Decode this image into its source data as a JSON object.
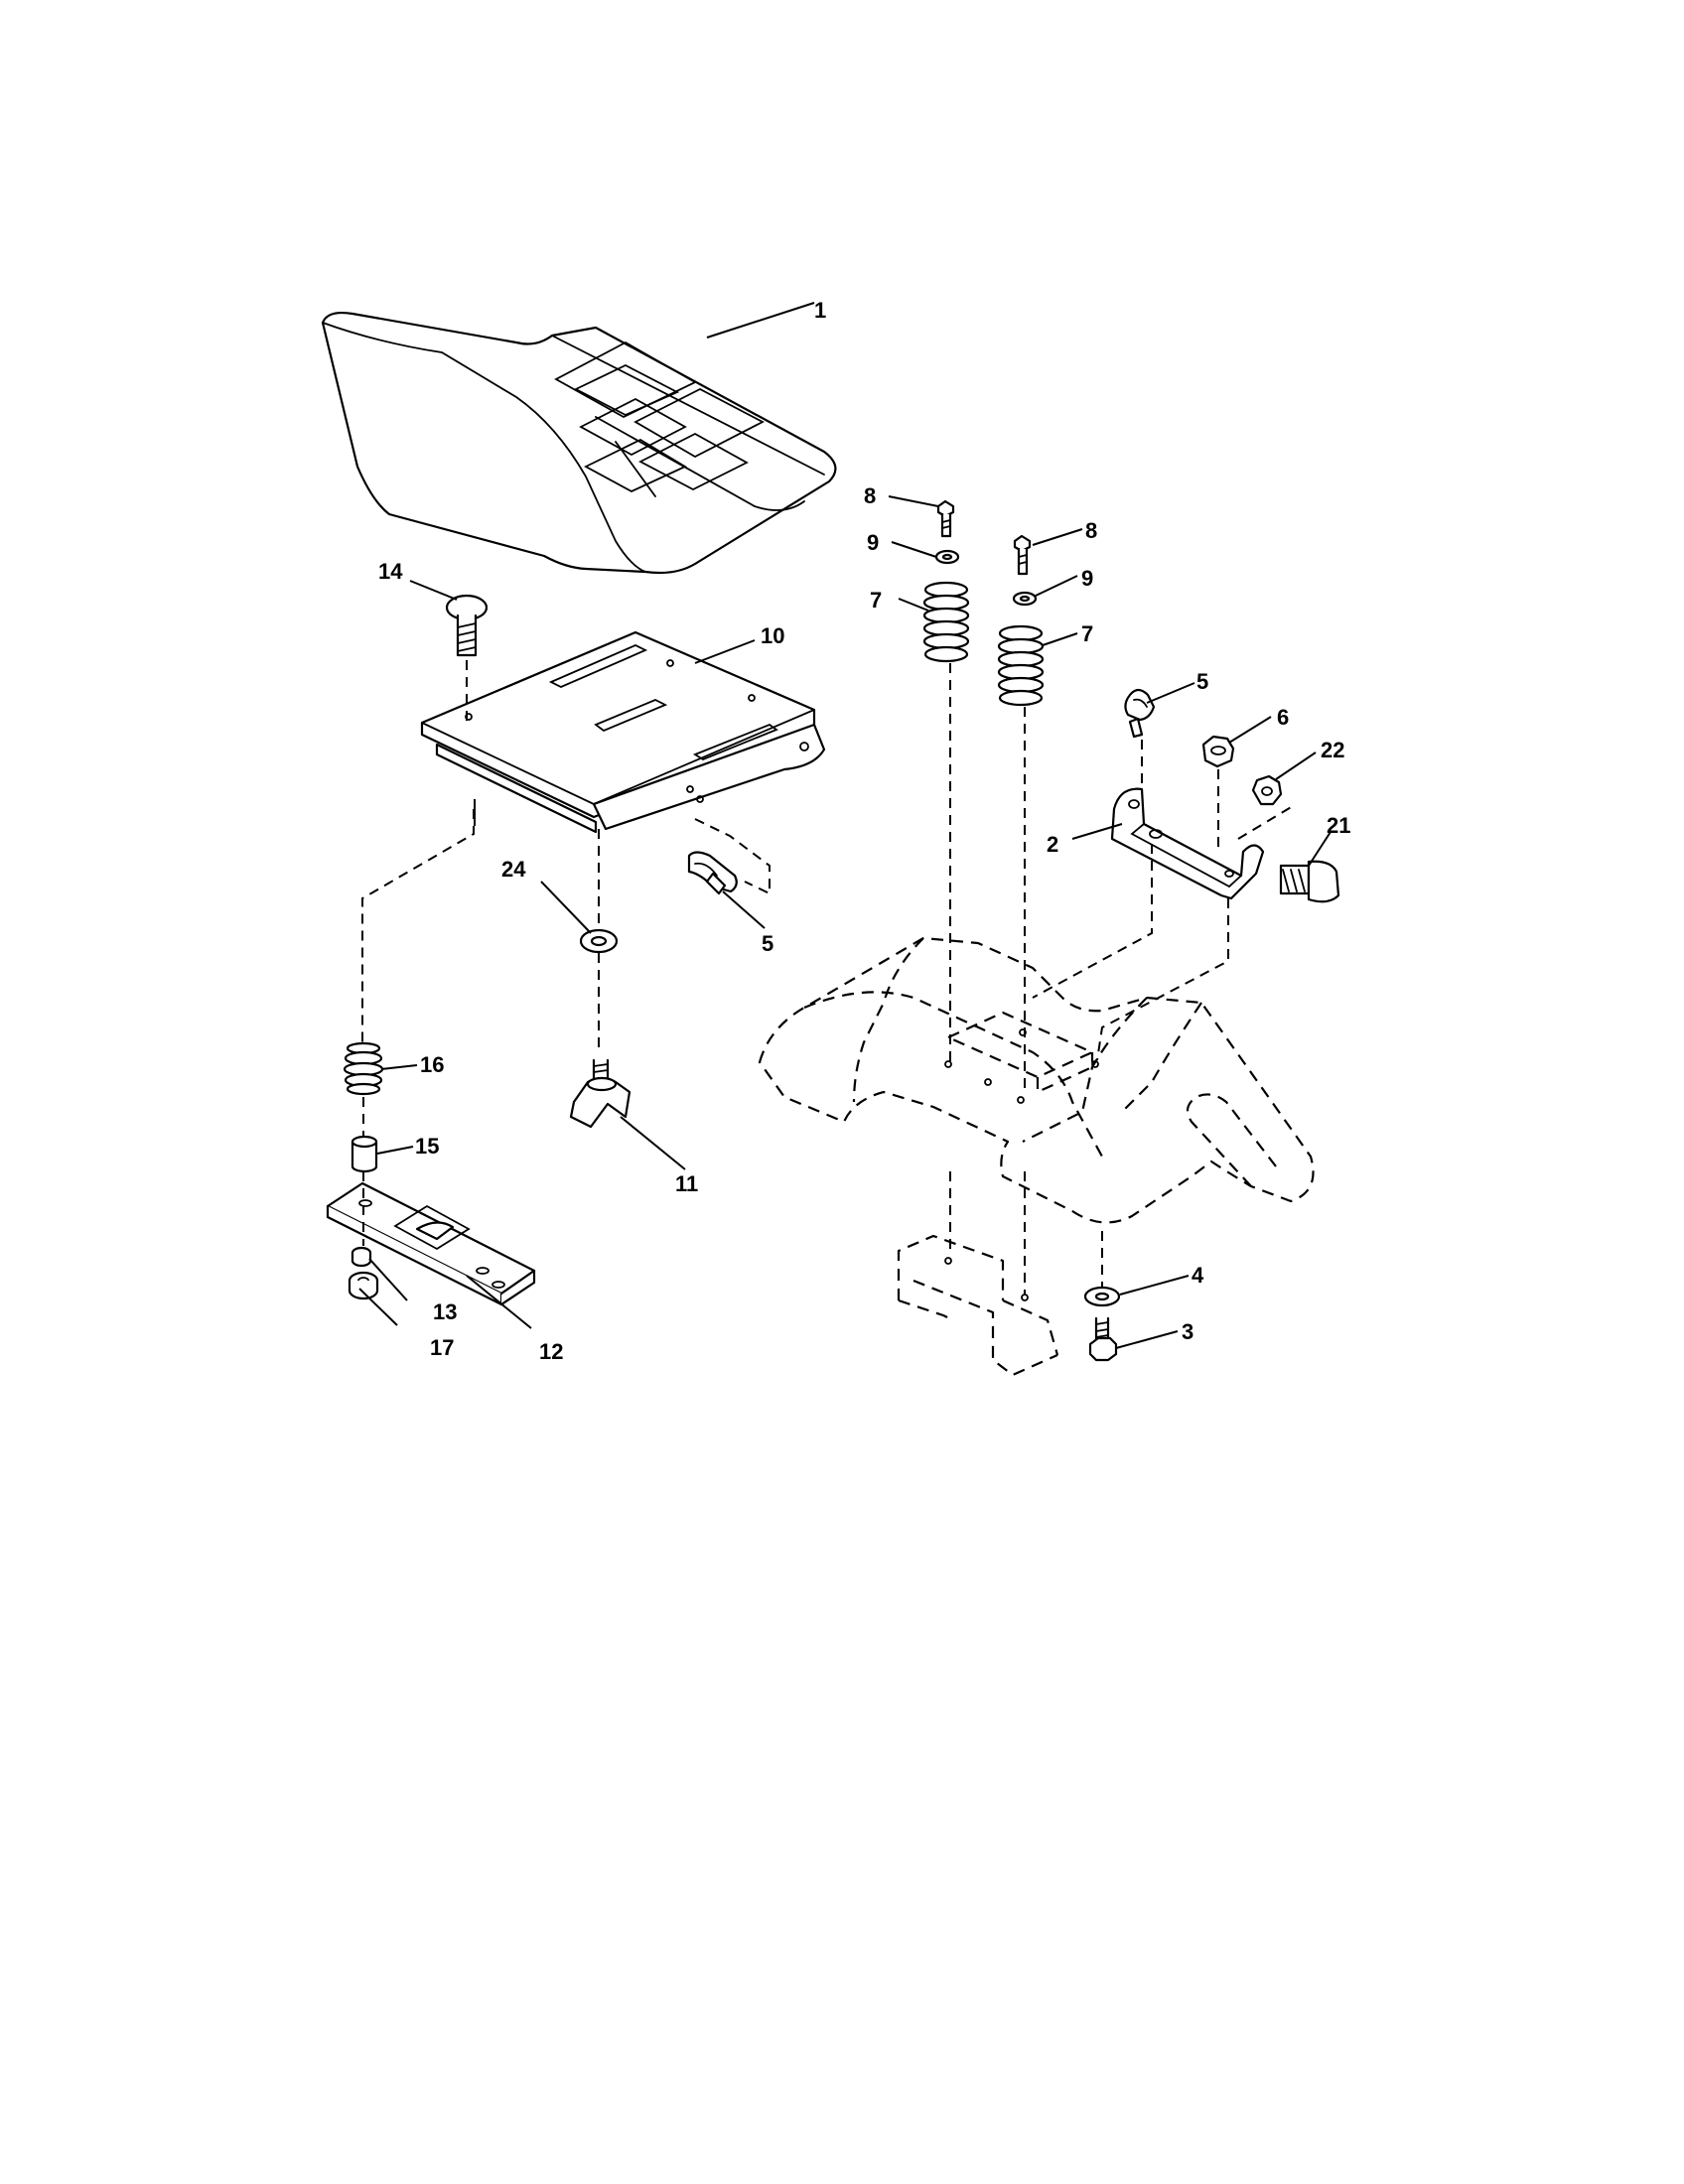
{
  "diagram": {
    "callouts": [
      {
        "id": "c1",
        "label": "1"
      },
      {
        "id": "c14",
        "label": "14"
      },
      {
        "id": "c10",
        "label": "10"
      },
      {
        "id": "c24",
        "label": "24"
      },
      {
        "id": "c5a",
        "label": "5"
      },
      {
        "id": "c16",
        "label": "16"
      },
      {
        "id": "c15",
        "label": "15"
      },
      {
        "id": "c11",
        "label": "11"
      },
      {
        "id": "c13",
        "label": "13"
      },
      {
        "id": "c17",
        "label": "17"
      },
      {
        "id": "c12",
        "label": "12"
      },
      {
        "id": "c8a",
        "label": "8"
      },
      {
        "id": "c9a",
        "label": "9"
      },
      {
        "id": "c7a",
        "label": "7"
      },
      {
        "id": "c8b",
        "label": "8"
      },
      {
        "id": "c9b",
        "label": "9"
      },
      {
        "id": "c7b",
        "label": "7"
      },
      {
        "id": "c5b",
        "label": "5"
      },
      {
        "id": "c6",
        "label": "6"
      },
      {
        "id": "c22",
        "label": "22"
      },
      {
        "id": "c2",
        "label": "2"
      },
      {
        "id": "c21",
        "label": "21"
      },
      {
        "id": "c4",
        "label": "4"
      },
      {
        "id": "c3",
        "label": "3"
      }
    ]
  }
}
